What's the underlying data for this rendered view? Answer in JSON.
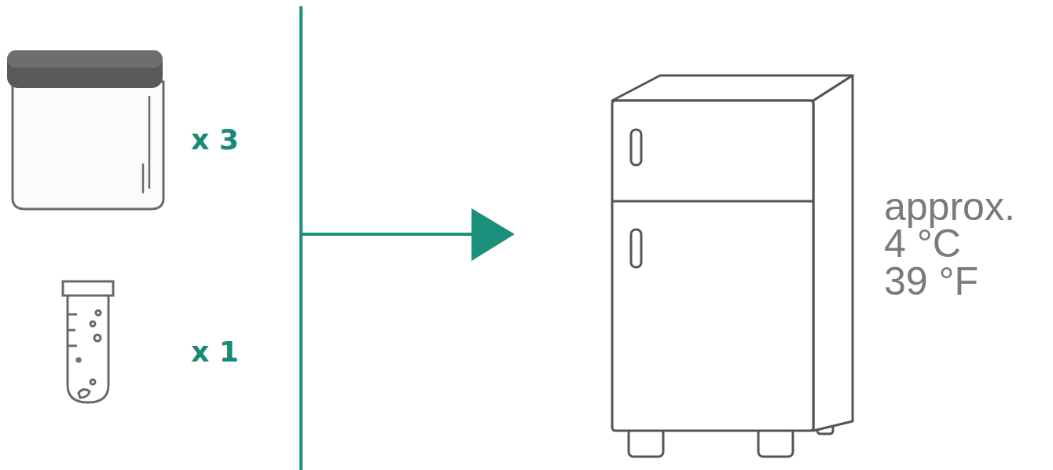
{
  "diagram": {
    "labels": [
      "x 3",
      "x 1",
      "approx.",
      "4 °C",
      "39 °F"
    ]
  }
}
